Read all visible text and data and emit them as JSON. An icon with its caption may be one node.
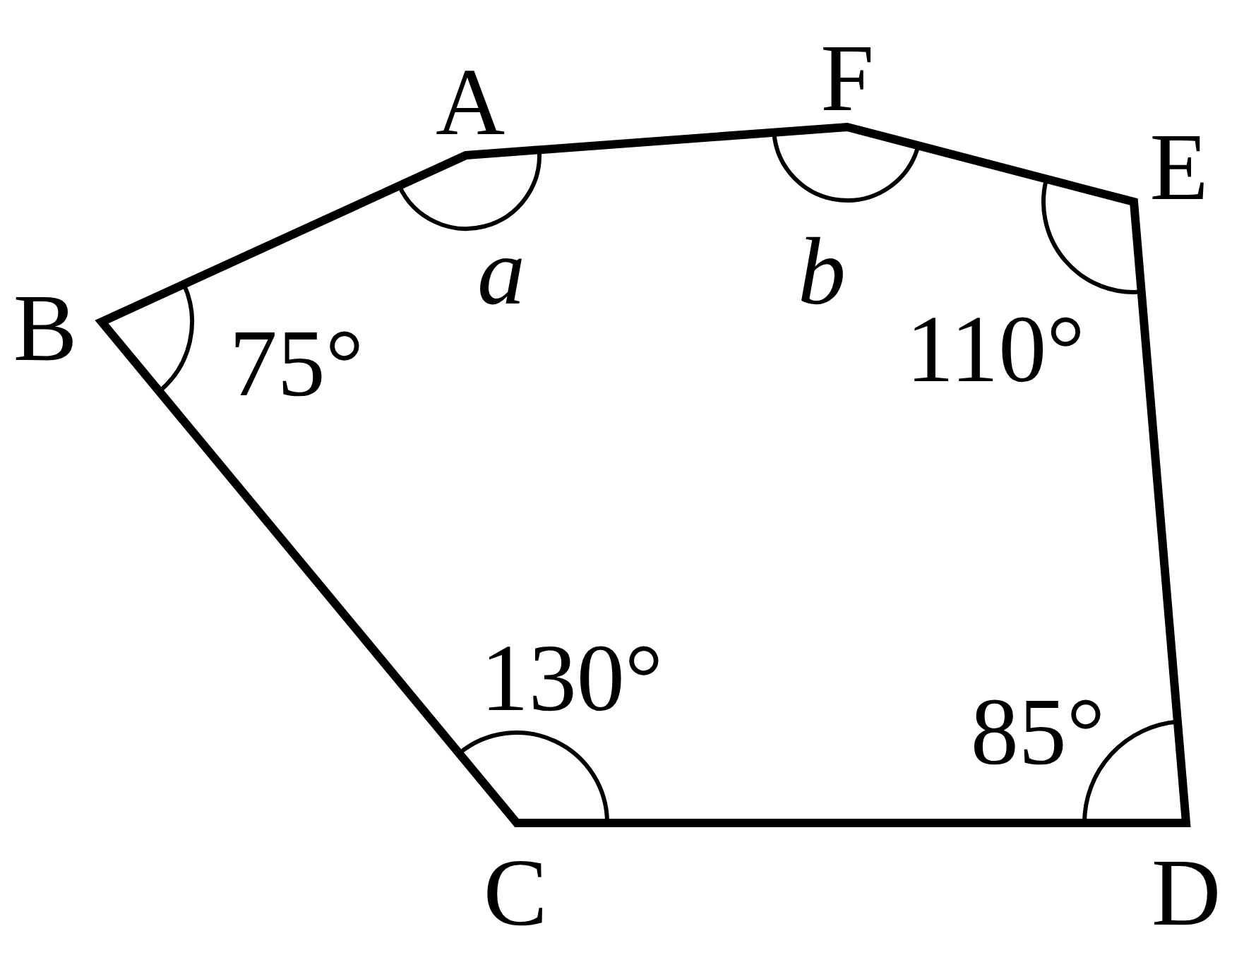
{
  "diagram": {
    "labels": [
      "A",
      "F",
      "E",
      "B",
      "75°",
      "a",
      "b",
      "110°",
      "130°",
      "85°",
      "C",
      "D"
    ]
  }
}
